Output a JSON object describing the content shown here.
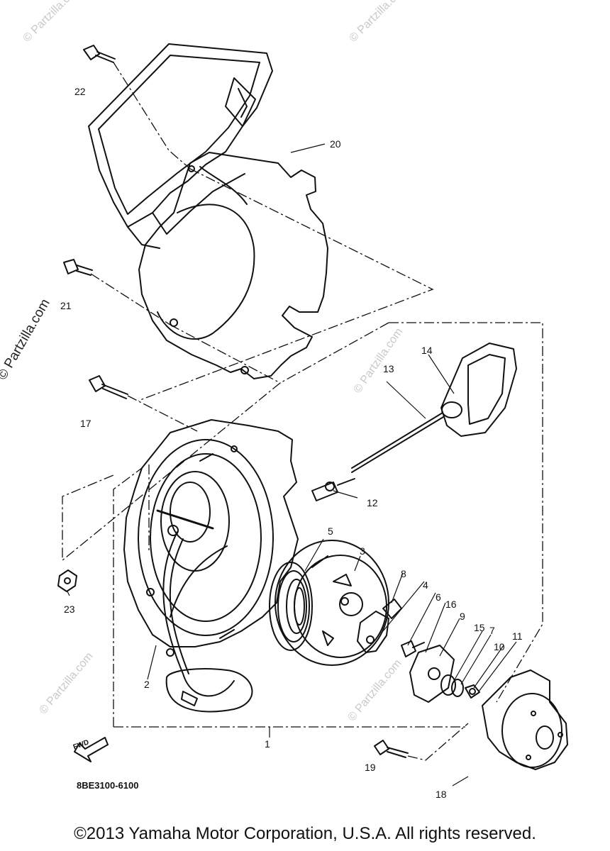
{
  "watermarks": {
    "main": "© Partzilla.com",
    "faint": "© Partzilla.com"
  },
  "callouts": [
    "1",
    "2",
    "3",
    "4",
    "5",
    "6",
    "7",
    "8",
    "9",
    "10",
    "11",
    "12",
    "13",
    "14",
    "15",
    "16",
    "17",
    "18",
    "19",
    "20",
    "21",
    "22",
    "23"
  ],
  "drawing_code": "8BE3100-6100",
  "fwd_label": "FWD",
  "copyright": "©2013 Yamaha Motor Corporation, U.S.A. All rights reserved."
}
